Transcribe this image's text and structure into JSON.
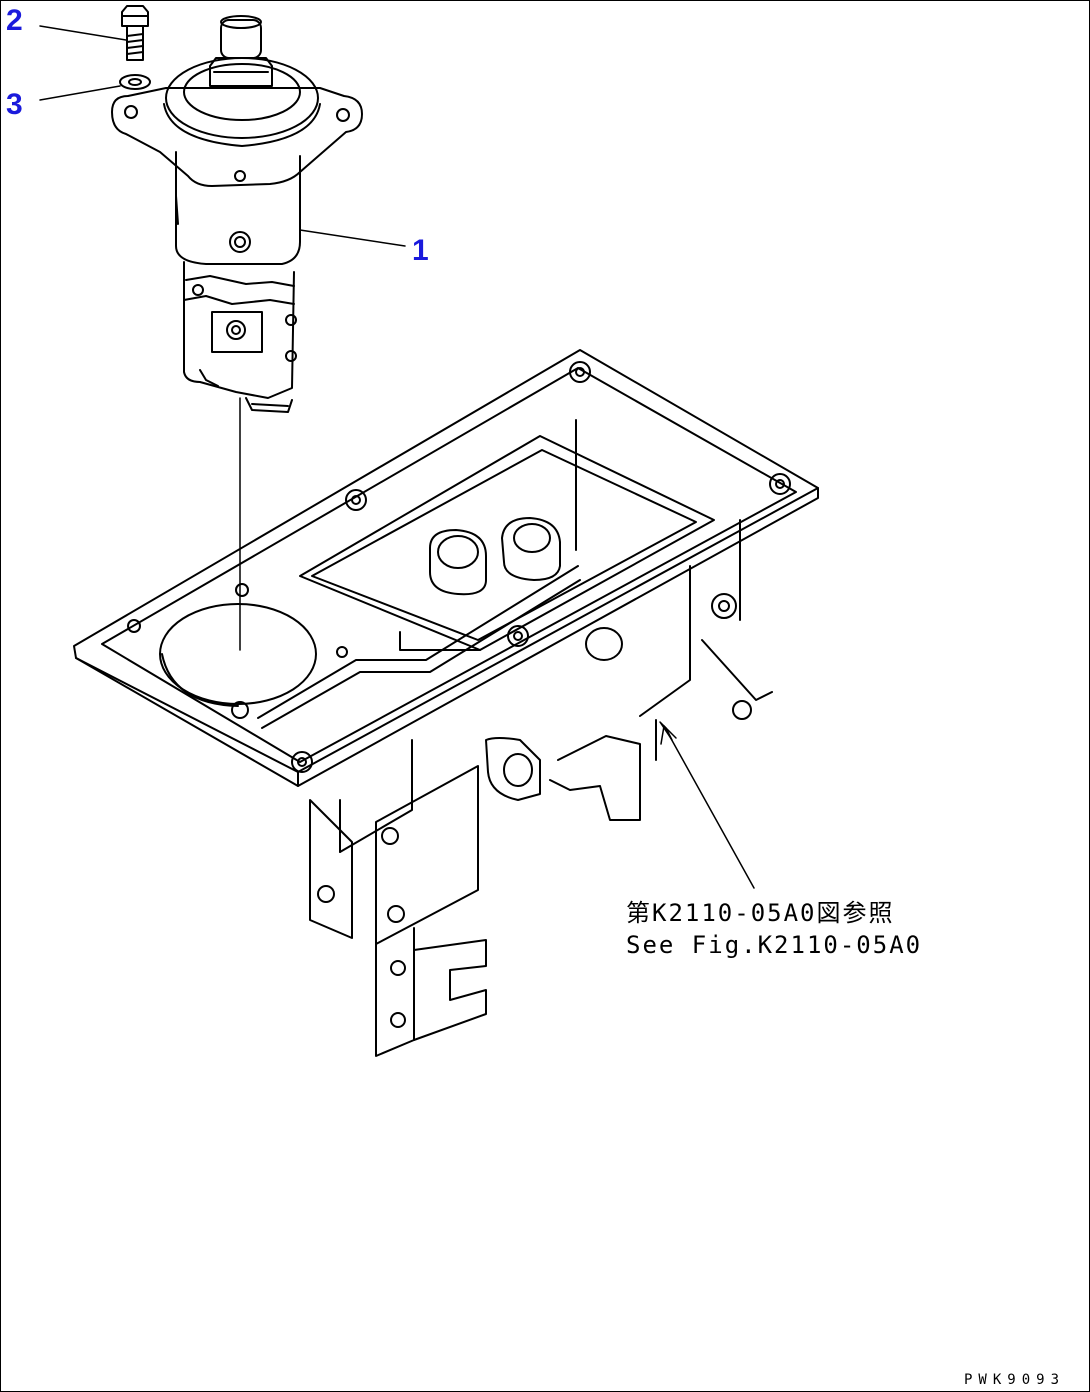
{
  "callouts": [
    {
      "id": "2",
      "label": "2"
    },
    {
      "id": "3",
      "label": "3"
    },
    {
      "id": "1",
      "label": "1"
    }
  ],
  "reference": {
    "line_jp": "第K2110-05A0図参照",
    "line_en": "See Fig.K2110-05A0"
  },
  "drawing_code": "PWK9093",
  "colors": {
    "line": "#000000",
    "callout": "#1a1adc",
    "background": "#ffffff"
  },
  "icons": [
    "bolt-icon",
    "washer-icon",
    "valve-assembly-icon",
    "console-frame-icon"
  ]
}
